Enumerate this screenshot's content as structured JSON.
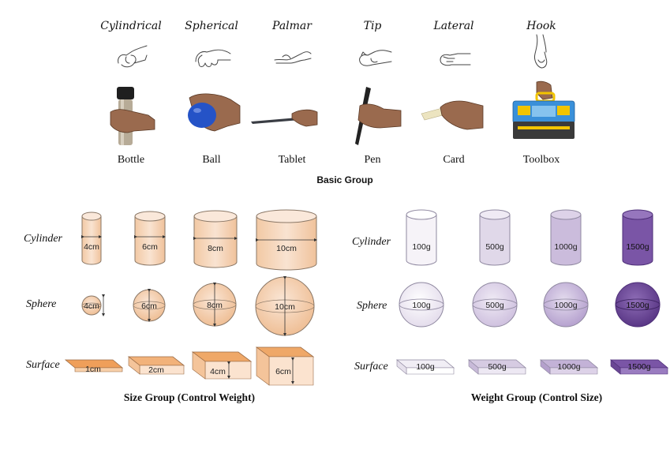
{
  "grasps": [
    "Cylindrical",
    "Spherical",
    "Palmar",
    "Tip",
    "Lateral",
    "Hook"
  ],
  "objects": [
    "Bottle",
    "Ball",
    "Tablet",
    "Pen",
    "Card",
    "Toolbox"
  ],
  "basic_group_title": "Basic Group",
  "size_group": {
    "title": "Size Group (Control Weight)",
    "rows": [
      "Cylinder",
      "Sphere",
      "Surface"
    ],
    "sizes": [
      "4cm",
      "6cm",
      "8cm",
      "10cm"
    ],
    "surface_sizes": [
      "1cm",
      "2cm",
      "4cm",
      "6cm"
    ]
  },
  "weight_group": {
    "title": "Weight Group (Control Size)",
    "rows": [
      "Cylinder",
      "Sphere",
      "Surface"
    ],
    "weights": [
      "100g",
      "500g",
      "1000g",
      "1500g"
    ]
  },
  "colors": {
    "orange_light": "#f6dcc6",
    "orange_mid": "#f0c29b",
    "orange_dark": "#e8a46c",
    "purple_levels": [
      "#f1eef5",
      "#ddd3e6",
      "#c2b2d6",
      "#6e4a9a"
    ]
  }
}
